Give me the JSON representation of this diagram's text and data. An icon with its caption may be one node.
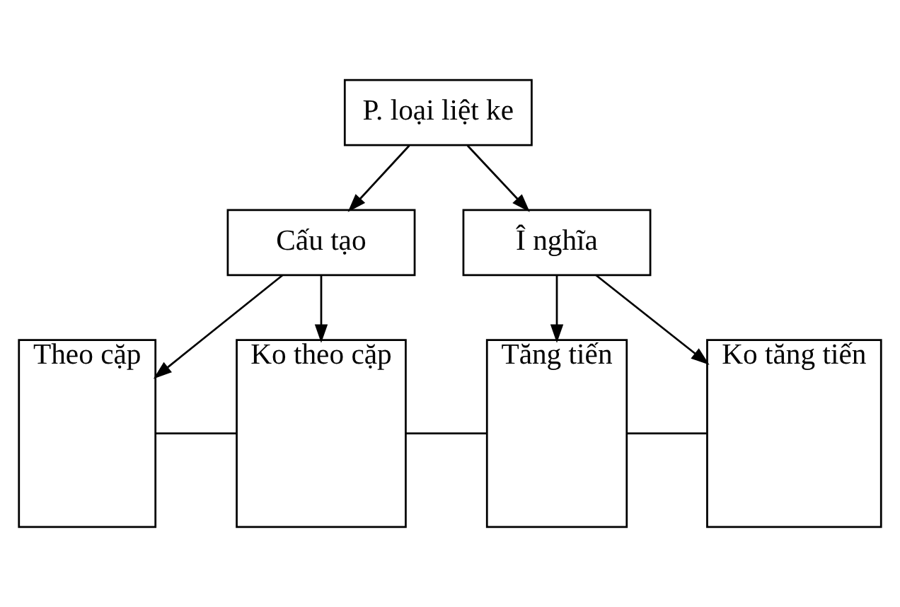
{
  "diagram": {
    "nodes": [
      {
        "text": [
          "P. loại liệt ke"
        ]
      },
      {
        "text": [
          "Cấu tạo"
        ]
      },
      {
        "text": [
          "Î nghĩa"
        ]
      },
      {
        "text": [
          "Theo cặp"
        ]
      },
      {
        "text": [
          "Ko theo cặp"
        ]
      },
      {
        "text": [
          "Tăng tiến"
        ]
      },
      {
        "text": [
          "Ko tăng tiến"
        ]
      }
    ],
    "edges": [
      {
        "from": 0,
        "to": 1,
        "arrow": "to"
      },
      {
        "from": 0,
        "to": 2,
        "arrow": "to"
      },
      {
        "from": 1,
        "to": 3,
        "arrow": "to"
      },
      {
        "from": 1,
        "to": 4,
        "arrow": "to"
      },
      {
        "from": 2,
        "to": 5,
        "arrow": "to"
      },
      {
        "from": 2,
        "to": 6,
        "arrow": "to"
      },
      {
        "from": 3,
        "to": 4,
        "arrow": "none"
      },
      {
        "from": 4,
        "to": 5,
        "arrow": "none"
      },
      {
        "from": 5,
        "to": 6,
        "arrow": "none"
      }
    ]
  }
}
